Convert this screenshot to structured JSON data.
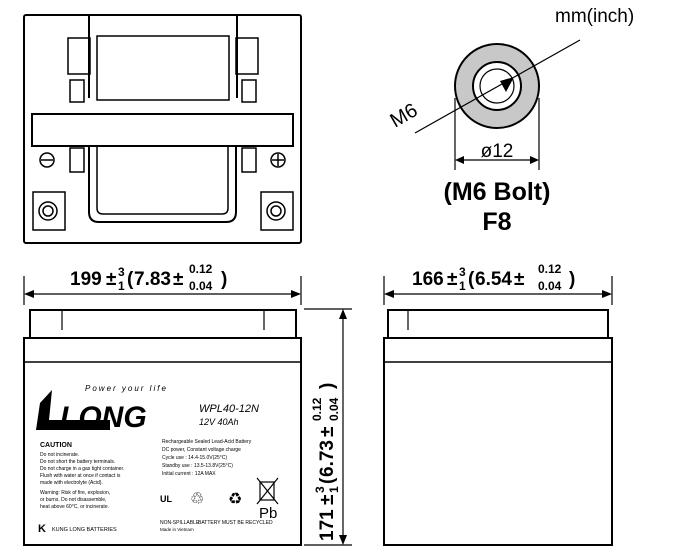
{
  "units": "mm(inch)",
  "terminal": {
    "thread": "M6",
    "diameter": "ø12",
    "bolt": "(M6 Bolt)",
    "code": "F8"
  },
  "dimensions": {
    "length": {
      "base": "199",
      "tol_up": "3",
      "tol_low": "1",
      "inch": "7.83",
      "inch_up": "0.12",
      "inch_low": "0.04"
    },
    "width": {
      "base": "166",
      "tol_up": "3",
      "tol_low": "1",
      "inch": "6.54",
      "inch_up": "0.12",
      "inch_low": "0.04"
    },
    "height": {
      "base": "171",
      "tol_up": "3",
      "tol_low": "1",
      "inch": "6.73",
      "inch_up": "0.12",
      "inch_low": "0.04"
    }
  },
  "label": {
    "tagline": "Power your life",
    "brand": "LONG",
    "model": "WPL40-12N",
    "rating": "12V 40Ah",
    "caution_title": "CAUTION",
    "caution_items": [
      "Do not incinerate.",
      "Do not short the battery terminals.",
      "Do not charge in a gas tight container.",
      "Flush with water at once if contact is",
      "made with electrolyte (Acid)."
    ],
    "warning": [
      "Warning: Risk of fire, explosion,",
      "or burns. Do not disassemble,",
      "heat above 60°C, or incinerate."
    ],
    "spec_lines": [
      "Rechargeable Sealed Lead-Acid Battery",
      "DC power, Constant voltage charge",
      "Cycle use : 14.4-15.0V(25°C)",
      "Standby use : 13.5-13.8V(25°C)",
      "Initial current : 12A MAX"
    ],
    "footer_left": "NON-SPILLABLE",
    "footer_right": "BATTERY MUST BE RECYCLED",
    "made_in": "Made in Vietnam",
    "maker": "KUNG LONG BATTERIES",
    "pb": "Pb"
  }
}
